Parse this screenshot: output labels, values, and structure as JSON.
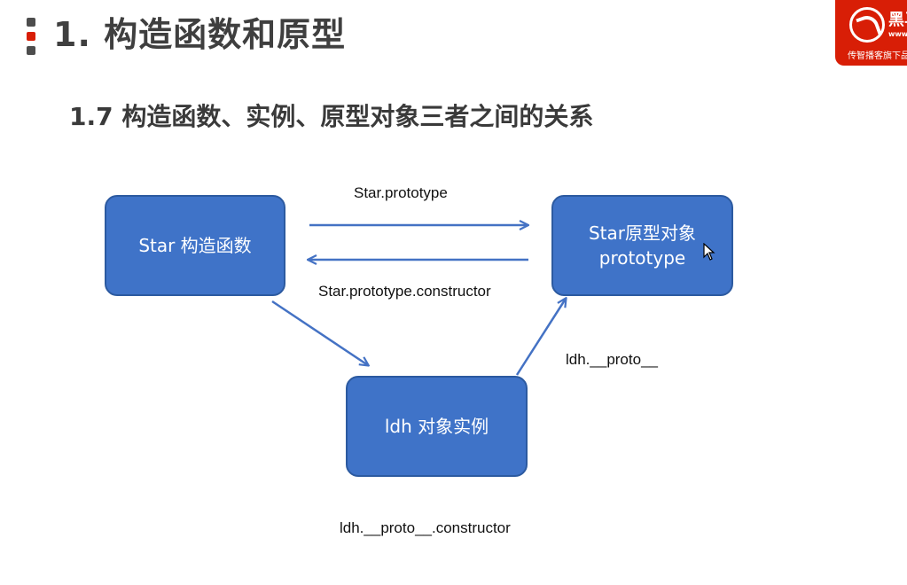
{
  "slide": {
    "title": "1. 构造函数和原型",
    "subtitle": "1.7 构造函数、实例、原型对象三者之间的关系"
  },
  "logo": {
    "name": "黑马",
    "url": "www.itheima.com",
    "tagline": "传智播客旗下品牌"
  },
  "diagram": {
    "nodes": {
      "constructor": {
        "label": "Star 构造函数"
      },
      "prototype": {
        "label_line1": "Star原型对象",
        "label_line2": "prototype"
      },
      "instance": {
        "label": "ldh 对象实例"
      }
    },
    "edges": {
      "prototype": "Star.prototype",
      "constructor": "Star.prototype.constructor",
      "proto": "ldh.__proto__",
      "instance_constructor": "ldh.__proto__.constructor"
    },
    "colors": {
      "node_fill": "#3f73c8",
      "node_border": "#2c5aa0",
      "arrow": "#4472c4",
      "accent": "#d81e06"
    }
  },
  "icons": [
    "bullet-marker",
    "logo-emblem",
    "arrow-right",
    "arrow-left",
    "arrow-down-right",
    "arrow-up-right",
    "mouse-cursor-icon"
  ]
}
